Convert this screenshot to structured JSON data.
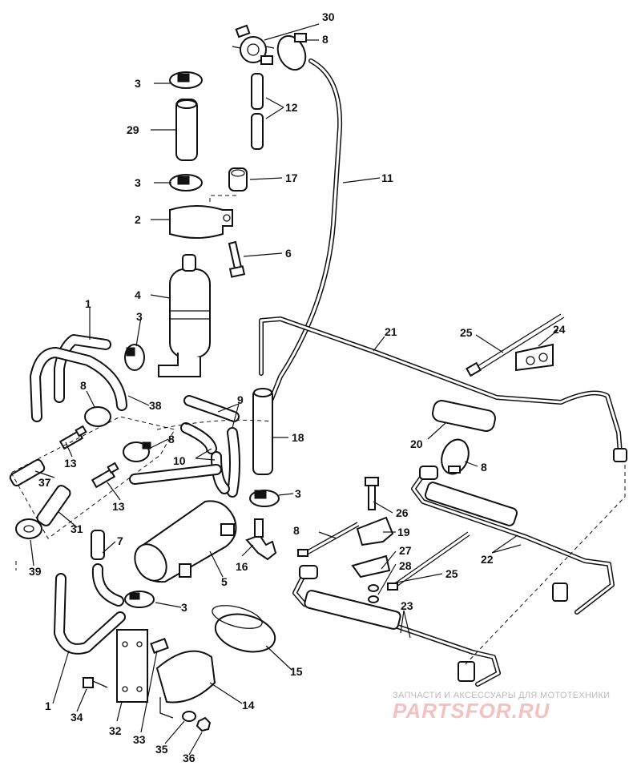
{
  "diagram": {
    "callouts": [
      "30",
      "8",
      "3",
      "12",
      "29",
      "3",
      "17",
      "11",
      "2",
      "6",
      "4",
      "1",
      "3",
      "21",
      "25",
      "24",
      "8",
      "38",
      "9",
      "13",
      "8",
      "18",
      "10",
      "20",
      "37",
      "13",
      "8",
      "3",
      "26",
      "31",
      "19",
      "7",
      "16",
      "8",
      "27",
      "22",
      "39",
      "5",
      "28",
      "25",
      "3",
      "23",
      "15",
      "1",
      "14",
      "34",
      "32",
      "33",
      "35",
      "36"
    ]
  },
  "watermark": {
    "line1": "ЗАПЧАСТИ И АКСЕССУАРЫ ДЛЯ МОТОТЕХНИКИ",
    "line2": "PARTSFOR.RU"
  }
}
